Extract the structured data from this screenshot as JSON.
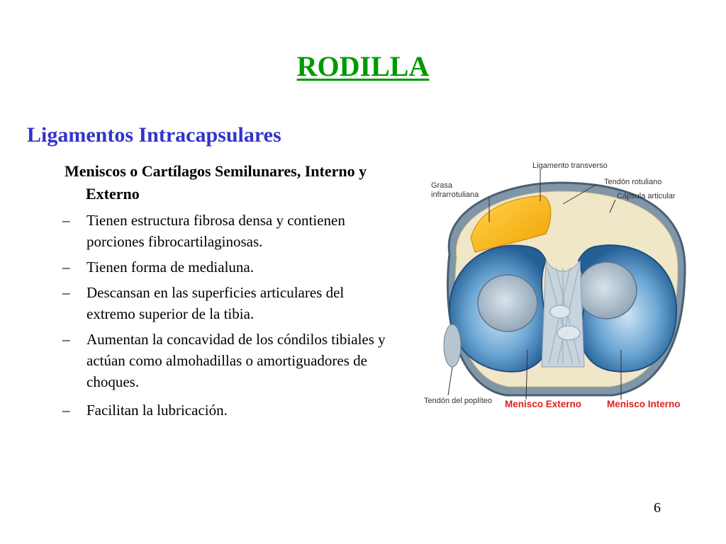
{
  "slide": {
    "title": "RODILLA",
    "section_title": "Ligamentos Intracapsulares",
    "subsection_title": "Meniscos o Cartílagos Semilunares, Interno y Externo",
    "bullets": [
      {
        "dash": "–",
        "text": "Tienen estructura fibrosa densa y contienen porciones fibrocartilaginosas."
      },
      {
        "dash": "–",
        "text": "Tienen forma de medialuna."
      },
      {
        "dash": "–",
        "text": "Descansan en las superficies articulares del extremo superior de la tibia."
      },
      {
        "dash": "–",
        "text": "Aumentan la concavidad de los cóndilos tibiales y actúan como almohadillas o amortiguadores de choques."
      },
      {
        "dash": "–",
        "text": "Facilitan la lubricación."
      }
    ],
    "page_number": "6"
  },
  "figure": {
    "labels": {
      "ligamento_transverso": "Ligamento transverso",
      "grasa": "Grasa",
      "infrarrotuliana": "infrarrotuliana",
      "tendon_rotuliano": "Tendón rotuliano",
      "capsula_articular": "Cápsula articular",
      "tendon_popliteo": "Tendón del poplíteo",
      "menisco_externo": "Menisco Externo",
      "menisco_interno": "Menisco Interno"
    }
  },
  "colors": {
    "title": "#009900",
    "section_title": "#3333cc",
    "label_red": "#e02020",
    "meniscus_blue": "#3e8cc8",
    "fat_yellow": "#f4b400"
  }
}
